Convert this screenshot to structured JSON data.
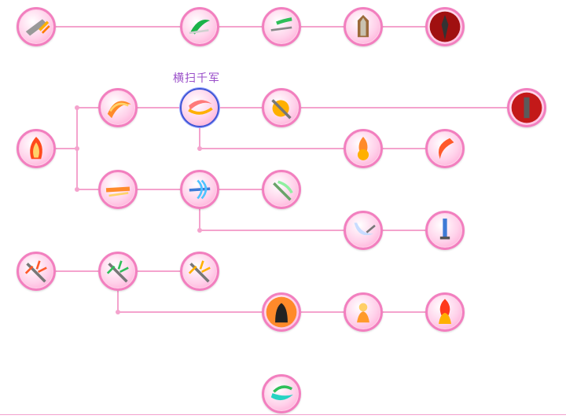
{
  "tooltip": {
    "label": "横扫千军"
  },
  "colors": {
    "line": "#f4a3cd",
    "node_border": "#f27fbf",
    "selected_border": "#3e55d6"
  },
  "nodes": [
    {
      "id": "n-r1-c0",
      "icon": "blade-rush-icon",
      "selected": false
    },
    {
      "id": "n-r1-c2",
      "icon": "green-slash-icon",
      "selected": false
    },
    {
      "id": "n-r1-c3",
      "icon": "sword-wave-icon",
      "selected": false
    },
    {
      "id": "n-r1-c4",
      "icon": "guardian-statue-icon",
      "selected": false
    },
    {
      "id": "n-r1-c5",
      "icon": "dark-blade-icon",
      "selected": false
    },
    {
      "id": "n-r2-c1",
      "icon": "flame-sweep-icon",
      "selected": false
    },
    {
      "id": "n-r2-c2",
      "icon": "red-crescent-icon",
      "selected": true
    },
    {
      "id": "n-r2-c3",
      "icon": "sword-burst-icon",
      "selected": false
    },
    {
      "id": "n-r2-c6",
      "icon": "crimson-pillar-icon",
      "selected": false
    },
    {
      "id": "n-r3-c0",
      "icon": "fire-icon",
      "selected": false
    },
    {
      "id": "n-r3-c4",
      "icon": "flame-burst-icon",
      "selected": false
    },
    {
      "id": "n-r3-c5",
      "icon": "fire-crescent-icon",
      "selected": false
    },
    {
      "id": "n-r4-c1",
      "icon": "fire-dash-icon",
      "selected": false
    },
    {
      "id": "n-r4-c2",
      "icon": "wind-blade-icon",
      "selected": false
    },
    {
      "id": "n-r4-c3",
      "icon": "green-sword-icon",
      "selected": false
    },
    {
      "id": "n-r5-c4",
      "icon": "crescent-saber-icon",
      "selected": false
    },
    {
      "id": "n-r5-c5",
      "icon": "blue-sword-icon",
      "selected": false
    },
    {
      "id": "n-r6-c0",
      "icon": "sword-red-icon",
      "selected": false
    },
    {
      "id": "n-r6-c1",
      "icon": "sword-green-icon",
      "selected": false
    },
    {
      "id": "n-r6-c2",
      "icon": "sword-yellow-icon",
      "selected": false
    },
    {
      "id": "n-r7-c3",
      "icon": "dark-figure-icon",
      "selected": false
    },
    {
      "id": "n-r7-c4",
      "icon": "golden-warrior-icon",
      "selected": false
    },
    {
      "id": "n-r7-c5",
      "icon": "flame-warrior-icon",
      "selected": false
    },
    {
      "id": "n-r9-c3",
      "icon": "cyan-crescent-icon",
      "selected": false
    }
  ]
}
